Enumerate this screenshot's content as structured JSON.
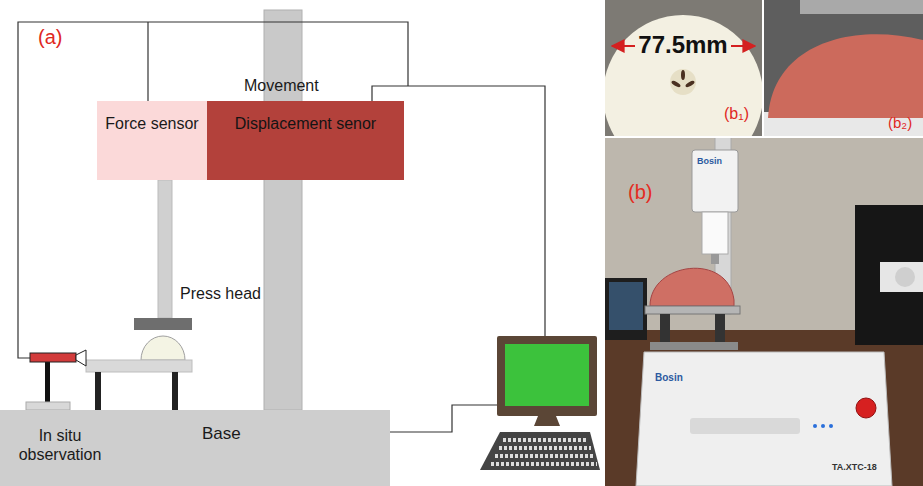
{
  "diagram": {
    "nodes": [
      {
        "text": [
          "Force sensor"
        ]
      },
      {
        "text": [
          "Displacement senor"
        ]
      },
      {
        "text": [
          "Base"
        ]
      }
    ],
    "labels": [
      "(a)",
      "Movement",
      "Press head",
      "In situ observation",
      "(b)",
      "(b₁)",
      "(b₂)",
      "77.5mm",
      "Bosin",
      "Bosin",
      "TA.XTC-18"
    ]
  }
}
